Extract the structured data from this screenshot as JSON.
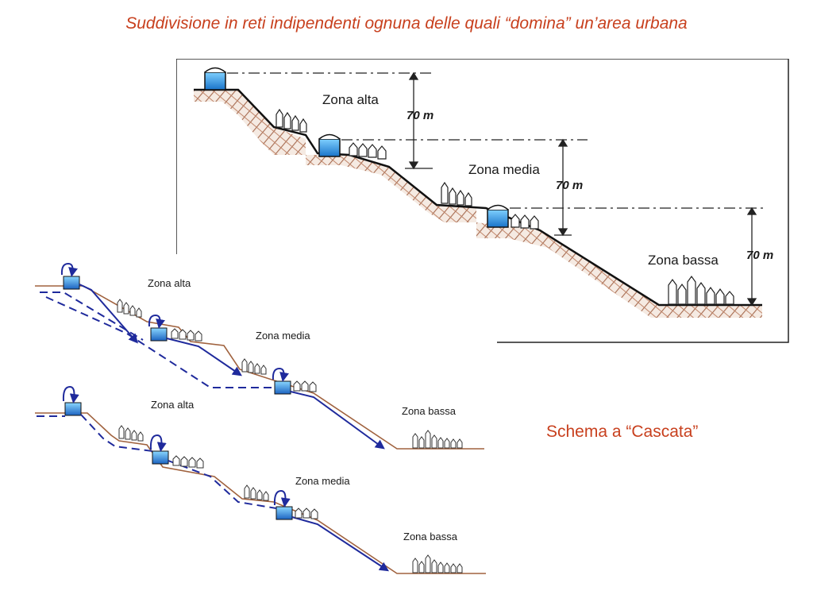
{
  "slide": {
    "title": "Suddivisione in reti indipendenti ognuna delle quali “domina” un’area urbana",
    "caption": "Schema a “Cascata”"
  },
  "profile_diagram": {
    "zones": [
      "Zona alta",
      "Zona media",
      "Zona bassa"
    ],
    "height_labels": [
      "70 m",
      "70 m",
      "70 m"
    ]
  },
  "cascade_diagram_1": {
    "zones": [
      "Zona alta",
      "Zona media",
      "Zona bassa"
    ]
  },
  "cascade_diagram_2": {
    "zones": [
      "Zona alta",
      "Zona media",
      "Zona bassa"
    ]
  },
  "colors": {
    "title": "#c8401e",
    "ground": "#9c5a3c",
    "pipe": "#1f2a9c",
    "tank_water": "#2f8fd8"
  }
}
